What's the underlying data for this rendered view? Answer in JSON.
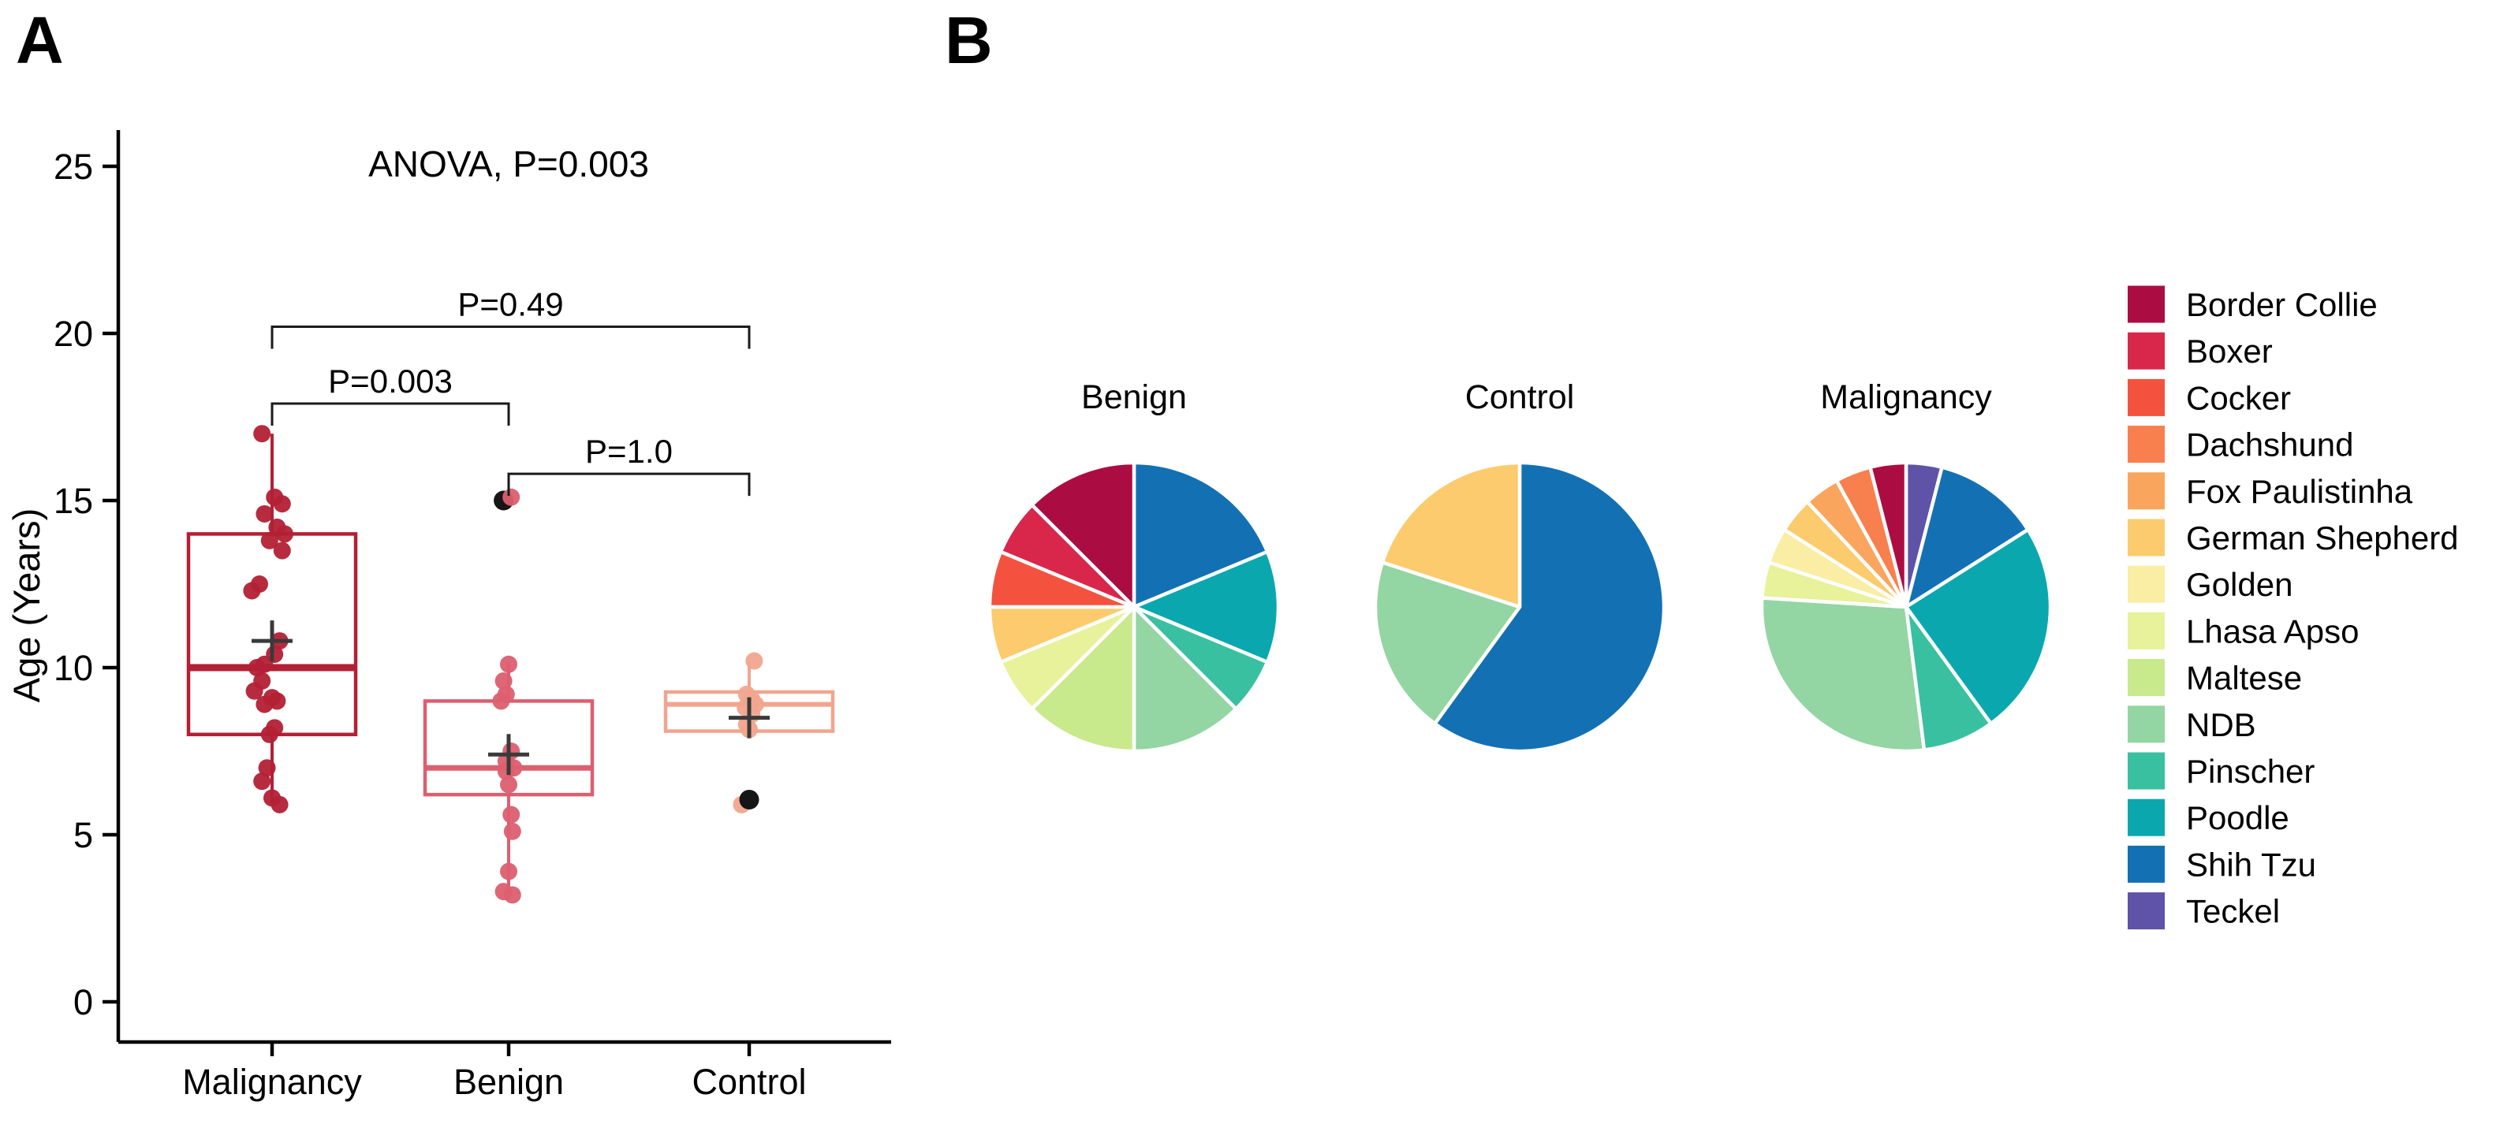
{
  "figure": {
    "panel_a_label": "A",
    "panel_b_label": "B",
    "background_color": "#ffffff"
  },
  "palette": {
    "Border Collie": "#AB0D43",
    "Boxer": "#D8274B",
    "Cocker": "#F4523E",
    "Dachshund": "#F8804E",
    "Fox Paulistinha": "#FAA55D",
    "German Shepherd": "#FCCB6D",
    "Golden": "#FAEDA4",
    "Lhasa Apso": "#E7F29B",
    "Maltese": "#C8E98C",
    "NDB": "#93D5A3",
    "Pinscher": "#39C0A0",
    "Poodle": "#0BA7AF",
    "Shih Tzu": "#1371B3",
    "Teckel": "#5E53A6"
  },
  "chart_data": [
    {
      "type": "box",
      "title": "ANOVA, P=0.003",
      "ylabel": "Age (Years)",
      "ylim": [
        0,
        25
      ],
      "yticks": [
        0,
        5,
        10,
        15,
        20,
        25
      ],
      "categories": [
        "Malignancy",
        "Benign",
        "Control"
      ],
      "groups": [
        {
          "name": "Malignancy",
          "color": "#B32035",
          "q1": 8,
          "median": 10,
          "q3": 14,
          "mean": 10.8,
          "whisker_low": 5.9,
          "whisker_high": 17,
          "points": [
            [
              -8,
              17
            ],
            [
              2,
              15.1
            ],
            [
              8,
              14.9
            ],
            [
              -6,
              14.6
            ],
            [
              4,
              14.2
            ],
            [
              10,
              14.0
            ],
            [
              -2,
              13.8
            ],
            [
              8,
              13.5
            ],
            [
              -10,
              12.5
            ],
            [
              -16,
              12.3
            ],
            [
              6,
              10.8
            ],
            [
              2,
              10.4
            ],
            [
              -6,
              10.1
            ],
            [
              -12,
              10.0
            ],
            [
              -8,
              9.6
            ],
            [
              -14,
              9.3
            ],
            [
              0,
              9.1
            ],
            [
              4,
              9.0
            ],
            [
              -6,
              8.9
            ],
            [
              2,
              8.2
            ],
            [
              -2,
              8.0
            ],
            [
              -4,
              7.0
            ],
            [
              -8,
              6.6
            ],
            [
              0,
              6.1
            ],
            [
              6,
              5.9
            ]
          ]
        },
        {
          "name": "Benign",
          "color": "#DC5F70",
          "q1": 6.2,
          "median": 7,
          "q3": 9,
          "mean": 7.4,
          "whisker_low": 3.2,
          "whisker_high": 10.15,
          "points": [
            [
              -4,
              15,
              "black"
            ],
            [
              2,
              15.1
            ],
            [
              0,
              10.1
            ],
            [
              -4,
              9.6
            ],
            [
              -2,
              9.2
            ],
            [
              -6,
              9.0
            ],
            [
              2,
              7.5
            ],
            [
              -2,
              7.2
            ],
            [
              4,
              7.0
            ],
            [
              -2,
              6.9
            ],
            [
              0,
              6.5
            ],
            [
              2,
              5.6
            ],
            [
              3,
              5.1
            ],
            [
              0,
              3.9
            ],
            [
              -4,
              3.3
            ],
            [
              3,
              3.2
            ]
          ]
        },
        {
          "name": "Control",
          "color": "#F1A58E",
          "q1": 8.1,
          "median": 8.9,
          "q3": 9.27,
          "mean": 8.5,
          "whisker_low": 8.1,
          "whisker_high": 10.17,
          "points": [
            [
              4,
              10.2
            ],
            [
              -2,
              9.2
            ],
            [
              2,
              9.05
            ],
            [
              5,
              8.9
            ],
            [
              -3,
              8.8
            ],
            [
              2,
              8.6
            ],
            [
              -2,
              8.3
            ],
            [
              0,
              8.15
            ],
            [
              -6,
              5.9
            ],
            [
              0,
              6.05,
              "black"
            ]
          ]
        }
      ],
      "comparisons": [
        {
          "label": "P=0.49",
          "group1": "Malignancy",
          "group2": "Control",
          "bar_value": 20.2
        },
        {
          "label": "P=0.003",
          "group1": "Malignancy",
          "group2": "Benign",
          "bar_value": 17.9
        },
        {
          "label": "P=1.0",
          "group1": "Benign",
          "group2": "Control",
          "bar_value": 15.8
        }
      ]
    },
    {
      "type": "pie",
      "title": "Benign",
      "labels": [
        "Shih Tzu",
        "Poodle",
        "Pinscher",
        "NDB",
        "Maltese",
        "Lhasa Apso",
        "German Shepherd",
        "Cocker",
        "Boxer",
        "Border Collie"
      ],
      "values": [
        3,
        2,
        1,
        2,
        2,
        1,
        1,
        1,
        1,
        2
      ]
    },
    {
      "type": "pie",
      "title": "Control",
      "labels": [
        "Shih Tzu",
        "NDB",
        "German Shepherd"
      ],
      "values": [
        6,
        2,
        2
      ]
    },
    {
      "type": "pie",
      "title": "Malignancy",
      "labels": [
        "Teckel",
        "Shih Tzu",
        "Poodle",
        "Pinscher",
        "NDB",
        "Lhasa Apso",
        "Golden",
        "German Shepherd",
        "Fox Paulistinha",
        "Dachshund",
        "Border Collie"
      ],
      "values": [
        1,
        3,
        6,
        2,
        7,
        1,
        1,
        1,
        1,
        1,
        1
      ]
    },
    {
      "type": "legend",
      "entries": [
        "Border Collie",
        "Boxer",
        "Cocker",
        "Dachshund",
        "Fox Paulistinha",
        "German Shepherd",
        "Golden",
        "Lhasa Apso",
        "Maltese",
        "NDB",
        "Pinscher",
        "Poodle",
        "Shih Tzu",
        "Teckel"
      ]
    }
  ]
}
